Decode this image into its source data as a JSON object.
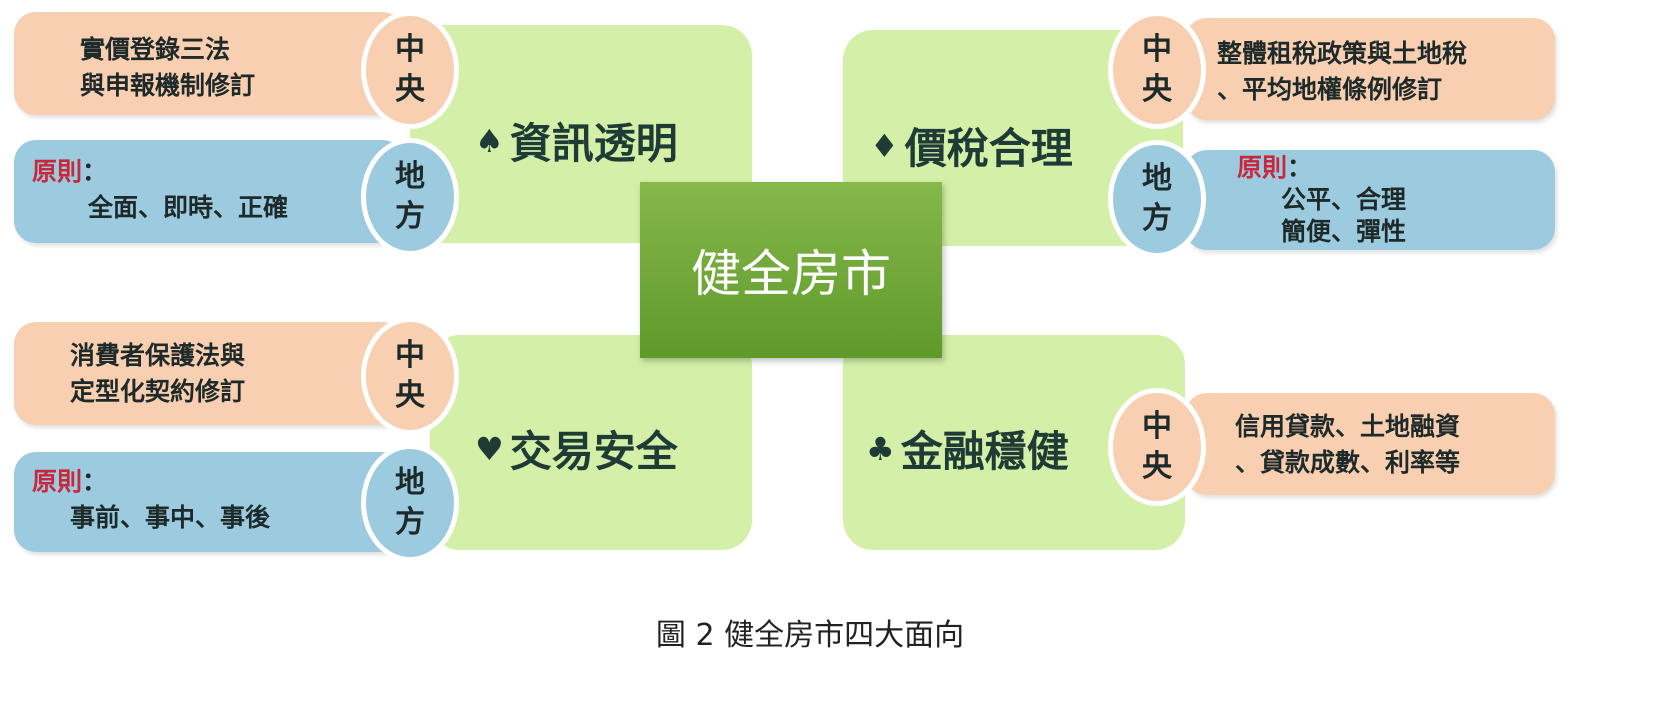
{
  "center": "健全房市",
  "caption": "圖 2 健全房市四大面向",
  "labels": {
    "central": [
      "中",
      "央"
    ],
    "local": [
      "地",
      "方"
    ]
  },
  "quadrants": [
    {
      "symbol": "♠",
      "title": "資訊透明",
      "central": [
        "實價登錄三法",
        "與申報機制修訂"
      ],
      "principle_label": "原則",
      "colon": "：",
      "local": [
        "全面、即時、正確"
      ]
    },
    {
      "symbol": "♦",
      "title": "價稅合理",
      "central": [
        "整體租稅政策與土地稅",
        "、平均地權條例修訂"
      ],
      "principle_label": "原則",
      "colon": "：",
      "local": [
        "公平、合理",
        "簡便、彈性"
      ]
    },
    {
      "symbol": "♥",
      "title": "交易安全",
      "central": [
        "消費者保護法與",
        "定型化契約修訂"
      ],
      "principle_label": "原則",
      "colon": "：",
      "local": [
        "事前、事中、事後"
      ]
    },
    {
      "symbol": "♣",
      "title": "金融穩健",
      "central": [
        "信用貸款、土地融資",
        "、貸款成數、利率等"
      ]
    }
  ]
}
